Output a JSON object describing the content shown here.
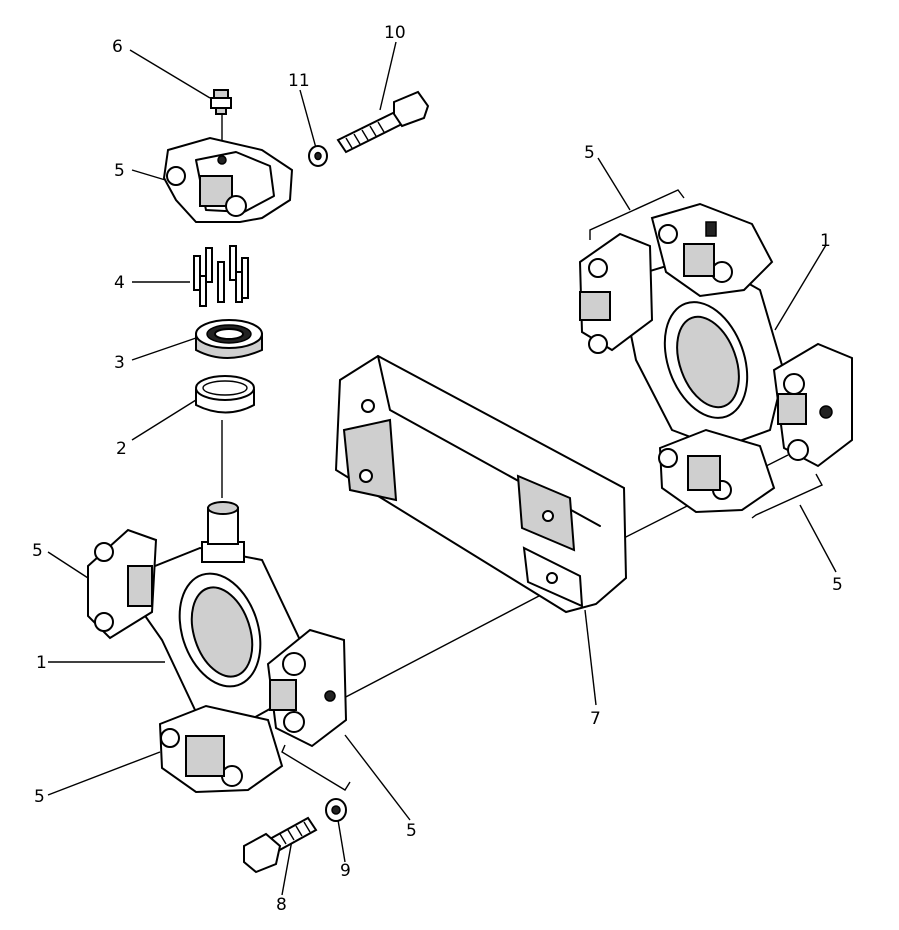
{
  "diagram": {
    "callouts": [
      {
        "id": "c6",
        "text": "6"
      },
      {
        "id": "c11",
        "text": "11"
      },
      {
        "id": "c10",
        "text": "10"
      },
      {
        "id": "c5a",
        "text": "5"
      },
      {
        "id": "c4",
        "text": "4"
      },
      {
        "id": "c3",
        "text": "3"
      },
      {
        "id": "c2",
        "text": "2"
      },
      {
        "id": "c5b",
        "text": "5"
      },
      {
        "id": "c1a",
        "text": "1"
      },
      {
        "id": "c5c",
        "text": "5"
      },
      {
        "id": "c8",
        "text": "8"
      },
      {
        "id": "c9",
        "text": "9"
      },
      {
        "id": "c5d",
        "text": "5"
      },
      {
        "id": "c7",
        "text": "7"
      },
      {
        "id": "c5e",
        "text": "5"
      },
      {
        "id": "c1b",
        "text": "1"
      },
      {
        "id": "c5f",
        "text": "5"
      }
    ]
  }
}
